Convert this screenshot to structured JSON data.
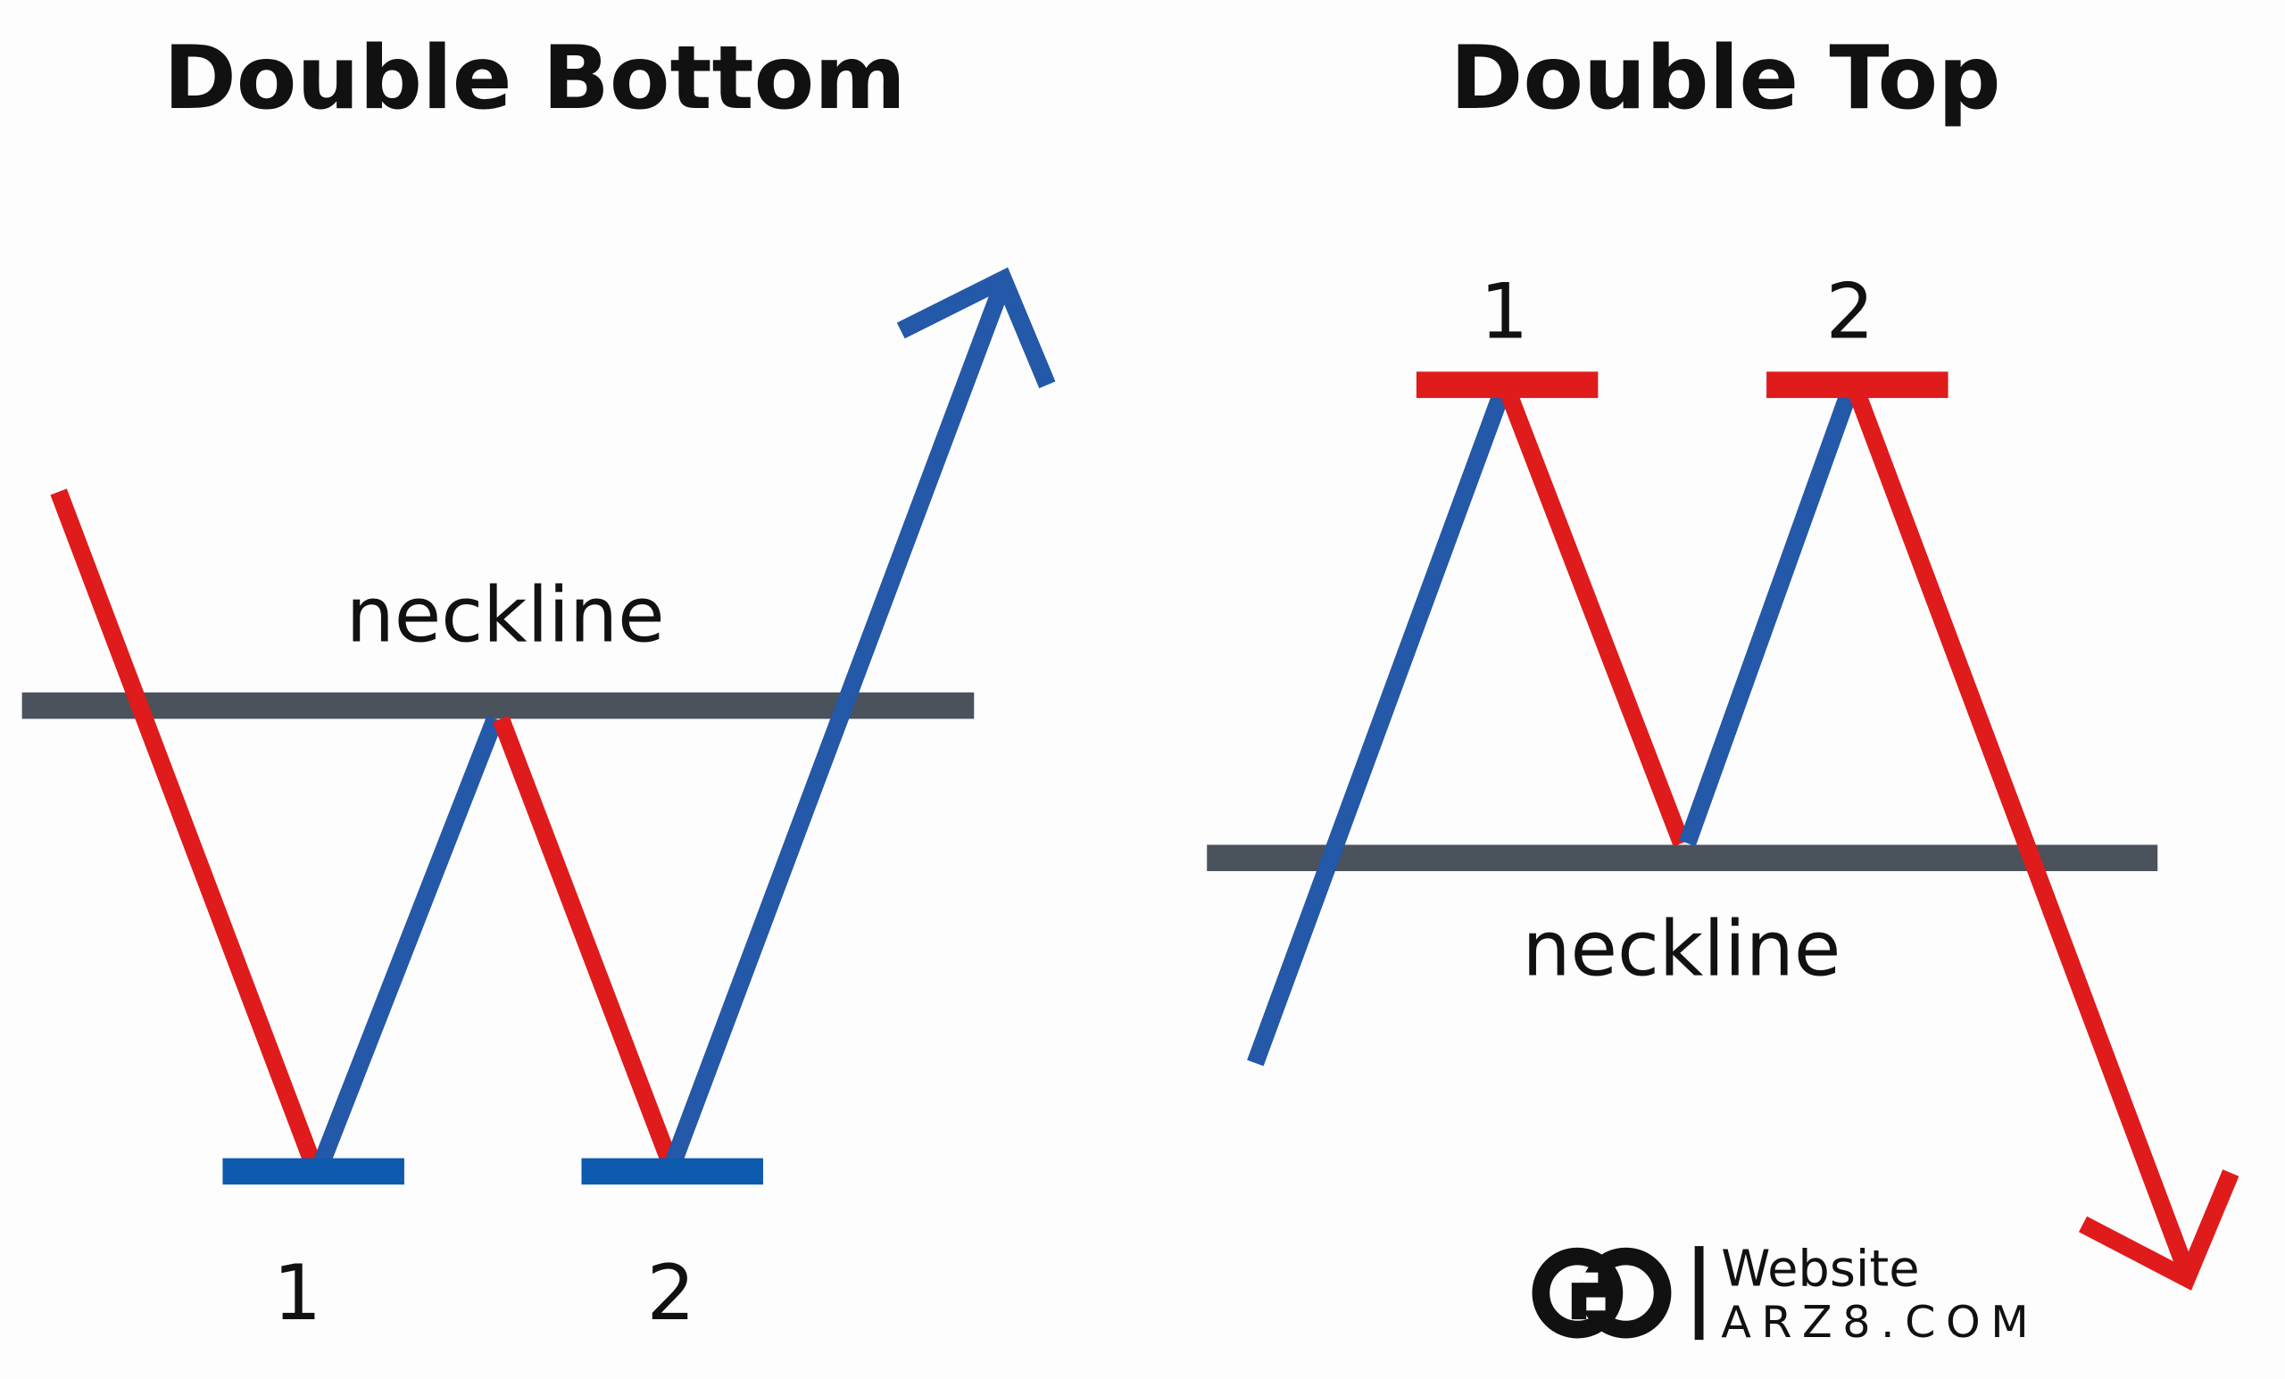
{
  "left": {
    "title": "Double Bottom",
    "neckline_label": "neckline",
    "bottom_labels": [
      "1",
      "2"
    ]
  },
  "right": {
    "title": "Double Top",
    "neckline_label": "neckline",
    "top_labels": [
      "1",
      "2"
    ]
  },
  "logo": {
    "line1": "Website",
    "line2": "ARZ8.COM"
  },
  "colors": {
    "red": "#e01b1b",
    "blue": "#2458a8",
    "bar_blue": "#0d5aae",
    "neckline": "#4a525c"
  }
}
